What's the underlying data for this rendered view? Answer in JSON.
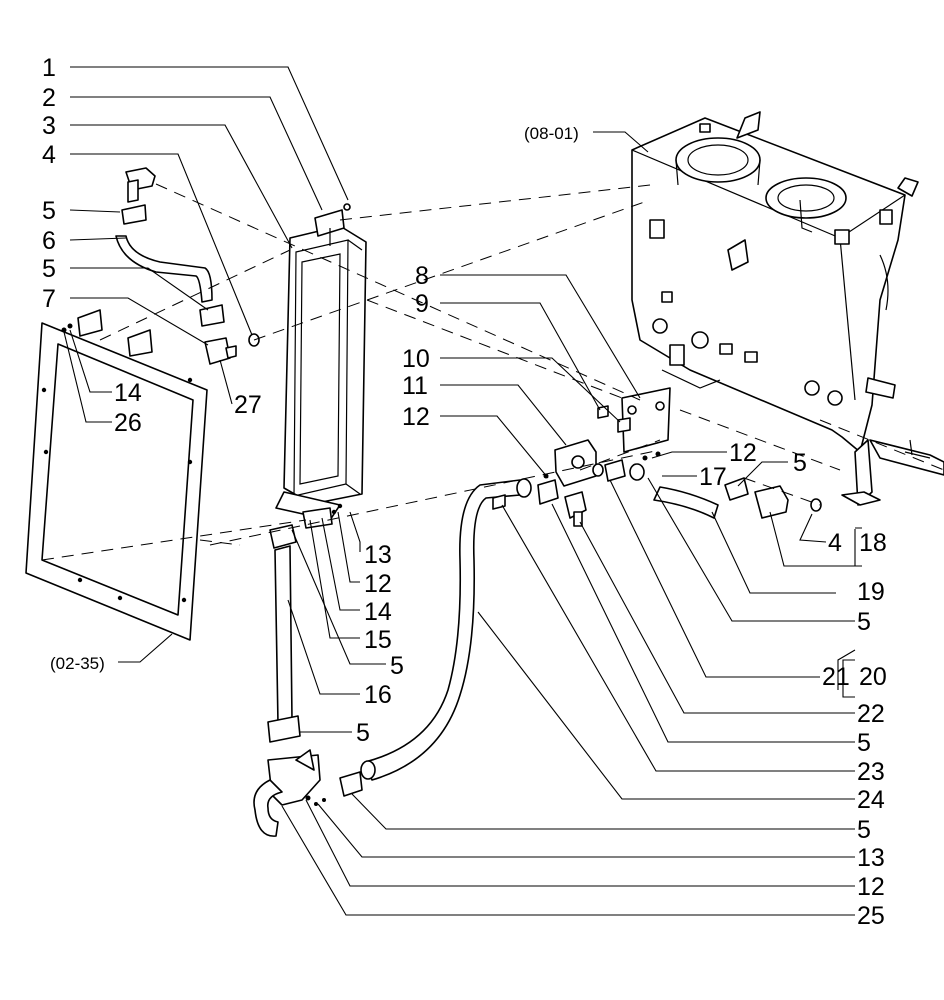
{
  "refs": {
    "tank": "(08-01)",
    "frame": "(02-35)"
  },
  "callouts": {
    "c1": "1",
    "c2": "2",
    "c3": "3",
    "c4": "4",
    "c5a": "5",
    "c6": "6",
    "c5b": "5",
    "c7": "7",
    "c14a": "14",
    "c26": "26",
    "c27": "27",
    "c8": "8",
    "c9": "9",
    "c10": "10",
    "c11": "11",
    "c12a": "12",
    "c12b": "12",
    "c17": "17",
    "c5c": "5",
    "c4b": "4",
    "c18": "18",
    "c19": "19",
    "c5d": "5",
    "c21": "21",
    "c20": "20",
    "c22": "22",
    "c5e": "5",
    "c23": "23",
    "c24": "24",
    "c5f": "5",
    "c13b": "13",
    "c12d": "12",
    "c25": "25",
    "c13a": "13",
    "c12c": "12",
    "c14b": "14",
    "c15": "15",
    "c5g": "5",
    "c16": "16",
    "c5h": "5"
  }
}
